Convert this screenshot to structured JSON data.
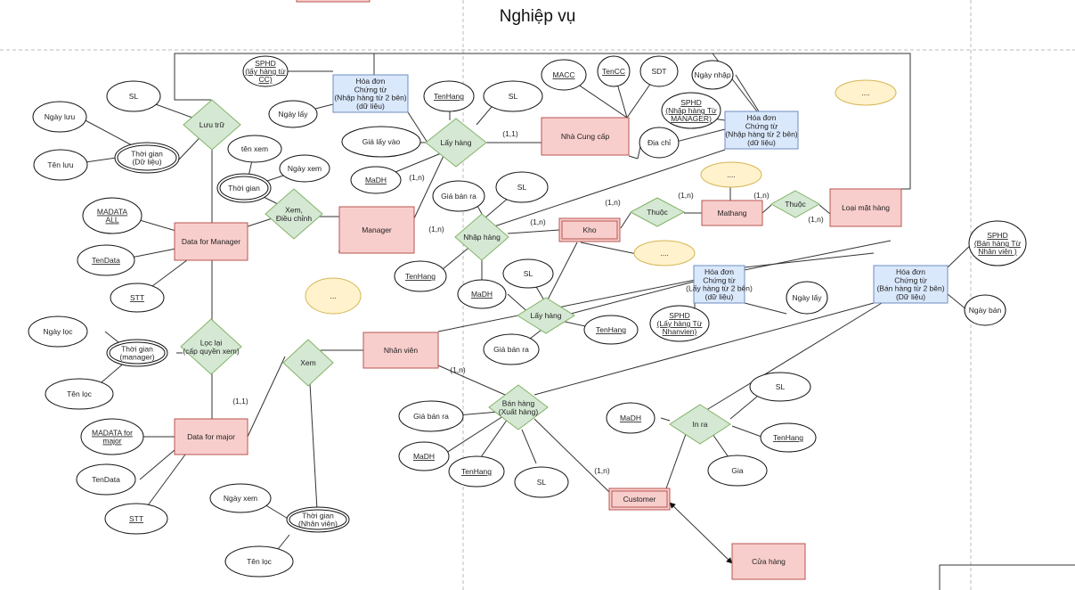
{
  "title": "Nghiệp vụ",
  "colors": {
    "entity_fill": "#f8cecc",
    "entity_stroke": "#b85450",
    "rel_fill": "#d5e8d4",
    "rel_stroke": "#82b366",
    "doc_fill": "#dae8fc",
    "doc_stroke": "#6c8ebf",
    "note_fill": "#fff2cc",
    "note_stroke": "#d6b656"
  },
  "entities": {
    "data_manager": [
      "Data for Manager"
    ],
    "manager": [
      "Manager"
    ],
    "nha_cung_cap": [
      "Nhà Cung cấp"
    ],
    "kho": [
      "Kho"
    ],
    "mathang": [
      "Mathang"
    ],
    "loai_mat_hang": [
      "Loại mặt hàng"
    ],
    "data_major": [
      "Data for major"
    ],
    "nhan_vien": [
      "Nhân viên"
    ],
    "customer": [
      "Customer"
    ],
    "cua_hang": [
      "Cửa hàng"
    ]
  },
  "documents": {
    "hd_nhap_cc": [
      "Hóa đơn",
      "Chứng từ",
      "(Nhập hàng từ 2 bên)",
      "(dữ liệu)"
    ],
    "hd_nhap_mgr": [
      "Hóa đơn",
      "Chứng từ",
      "(Nhập hàng từ 2 bên)",
      "(dữ liệu)"
    ],
    "hd_lay": [
      "Hóa đơn",
      "Chứng từ",
      "(Lấy hàng từ 2 bên)",
      "(dữ liệu)"
    ],
    "hd_ban": [
      "Hóa đơn",
      "Chứng từ",
      "(Bán hàng từ 2 bên)",
      "(Dữ liệu)"
    ]
  },
  "relationships": {
    "luu_tru": [
      "Lưu trữ"
    ],
    "xem_dieu_chinh": [
      "Xem,",
      "Điều chỉnh"
    ],
    "lay_hang_top": [
      "Lấy hàng"
    ],
    "nhap_hang": [
      "Nhập hàng"
    ],
    "thuoc_1": [
      "Thuộc"
    ],
    "thuoc_2": [
      "Thuộc"
    ],
    "loc_lai": [
      "Lọc lại",
      "(cấp quyền xem)"
    ],
    "xem": [
      "Xem"
    ],
    "lay_hang_mid": [
      "Lấy hàng"
    ],
    "ban_hang": [
      "Bán hàng",
      "(Xuất hàng)"
    ],
    "in_ra": [
      "In ra"
    ]
  },
  "attributes": {
    "sl_1": [
      "SL"
    ],
    "ngay_luu": [
      "Ngày lưu"
    ],
    "ten_luu": [
      "Tên lưu"
    ],
    "tg_du_lieu": [
      "Thời gian",
      "(Dữ liệu)"
    ],
    "ten_xem": [
      "tên xem"
    ],
    "ngay_xem_1": [
      "Ngày xem"
    ],
    "tg_1": [
      "Thời gian"
    ],
    "madata_all": [
      "MADATA",
      "ALL"
    ],
    "tendata_1": [
      "TenData"
    ],
    "stt_1": [
      "STT"
    ],
    "sphd_cc": [
      "SPHD",
      "(lấy hàng từ",
      "CC)"
    ],
    "ngay_lay_1": [
      "Ngày lấy"
    ],
    "tenhang_1": [
      "TenHang"
    ],
    "sl_2": [
      "SL"
    ],
    "gia_lay_vao": [
      "Giá lấy vào"
    ],
    "madh_1": [
      "MaDH"
    ],
    "macc": [
      "MACC"
    ],
    "tencc": [
      "TenCC"
    ],
    "sdt": [
      "SDT"
    ],
    "dia_chi": [
      "Địa chỉ"
    ],
    "ngay_nhap": [
      "Ngày nhập"
    ],
    "sphd_mgr": [
      "SPHD",
      "(Nhập hàng Từ",
      "MANAGER)"
    ],
    "gia_ban_1": [
      "Giá bán ra"
    ],
    "sl_3": [
      "SL"
    ],
    "tenhang_2": [
      "TenHang"
    ],
    "madh_2": [
      "MaDH"
    ],
    "sl_4": [
      "SL"
    ],
    "tenhang_3": [
      "TenHang"
    ],
    "gia_ban_2": [
      "Giá bán ra"
    ],
    "ngay_lay_2": [
      "Ngày lấy"
    ],
    "sphd_nv": [
      "SPHD",
      "(Lấy hàng Từ",
      "Nhanvien)"
    ],
    "sphd_ban": [
      "SPHD",
      "(Bán hàng Từ",
      "Nhân viên )"
    ],
    "ngay_ban": [
      "Ngày bán"
    ],
    "ngay_loc": [
      "Ngày lọc"
    ],
    "tg_manager": [
      "Thời gian",
      "(manager)"
    ],
    "ten_loc": [
      "Tên lọc"
    ],
    "madata_major": [
      "MADATA for",
      "major"
    ],
    "tendata_2": [
      "TenData"
    ],
    "stt_2": [
      "STT"
    ],
    "ngay_xem_2": [
      "Ngày xem"
    ],
    "tg_nv": [
      "Thời gian",
      "(Nhân viên)"
    ],
    "ten_loc_2": [
      "Tên lọc"
    ],
    "gia_ban_3": [
      "Giá bán ra"
    ],
    "madh_3": [
      "MaDH"
    ],
    "tenhang_4": [
      "TenHang"
    ],
    "sl_5": [
      "SL"
    ],
    "madh_4": [
      "MaDH"
    ],
    "sl_6": [
      "SL"
    ],
    "tenhang_5": [
      "TenHang"
    ],
    "gia": [
      "Gia"
    ]
  },
  "notes": {
    "n1": [
      "...."
    ],
    "n2": [
      "...."
    ],
    "n3": [
      "...."
    ],
    "n4": [
      "..."
    ]
  },
  "cardinalities": {
    "c1": "(1,1)",
    "c2": "(1,n)",
    "c3": "(1,n)",
    "c4": "(1,n)",
    "c5": "(1,n)",
    "c6": "(1,n)",
    "c7": "(1,n)",
    "c8": "(1,n)",
    "c9": "(1,1)",
    "c10": "(1,n)",
    "c11": "(1,n)"
  }
}
